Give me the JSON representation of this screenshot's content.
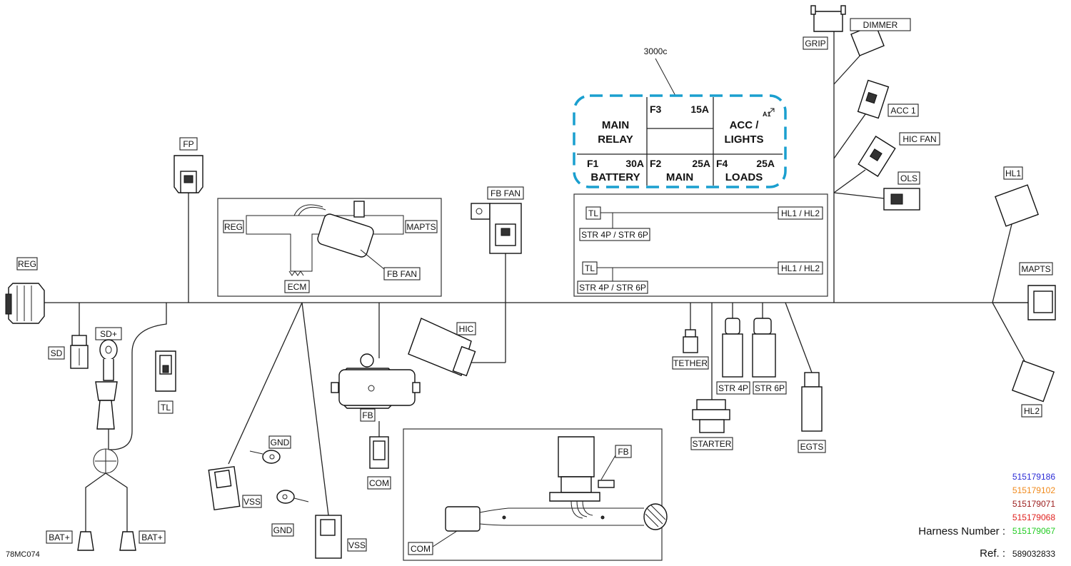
{
  "diagram_code": "78MC074",
  "fuse_box": {
    "ref": "3000c",
    "accent_color": "#1a9fcf",
    "main_relay": [
      "MAIN",
      "RELAY"
    ],
    "acc_lights": [
      "ACC /",
      "LIGHTS"
    ],
    "a1": "A1",
    "f3": {
      "id": "F3",
      "rating": "15A"
    },
    "f1": {
      "id": "F1",
      "rating": "30A",
      "name": "BATTERY"
    },
    "f2": {
      "id": "F2",
      "rating": "25A",
      "name": "MAIN"
    },
    "f4": {
      "id": "F4",
      "rating": "25A",
      "name": "LOADS"
    }
  },
  "connectors": {
    "fp": "FP",
    "reg": "REG",
    "sd": "SD",
    "sd_plus": "SD+",
    "tl": "TL",
    "fb_fan": "FB FAN",
    "hic": "HIC",
    "fb": "FB",
    "com": "COM",
    "gnd": "GND",
    "vss": "VSS",
    "bat_plus": "BAT+",
    "tether": "TETHER",
    "starter": "STARTER",
    "str4p": "STR 4P",
    "str6p": "STR 6P",
    "egts": "EGTS",
    "grip": "GRIP",
    "dimmer": "DIMMER",
    "acc1": "ACC 1",
    "hic_fan": "HIC FAN",
    "ols": "OLS",
    "hl1": "HL1",
    "hl2": "HL2",
    "mapts": "MAPTS",
    "ecm": "ECM"
  },
  "inset_legend": {
    "tl": "TL",
    "hl": "HL1 / HL2",
    "str": "STR 4P / STR 6P"
  },
  "harness": {
    "label": "Harness Number :",
    "numbers": [
      {
        "value": "515179186",
        "color": "#2b2bd6"
      },
      {
        "value": "515179102",
        "color": "#f08a1c"
      },
      {
        "value": "515179071",
        "color": "#9b1b1b"
      },
      {
        "value": "515179068",
        "color": "#e0201e"
      },
      {
        "value": "515179067",
        "color": "#22cc22"
      }
    ],
    "ref_label": "Ref. :",
    "ref_value": "589032833"
  }
}
